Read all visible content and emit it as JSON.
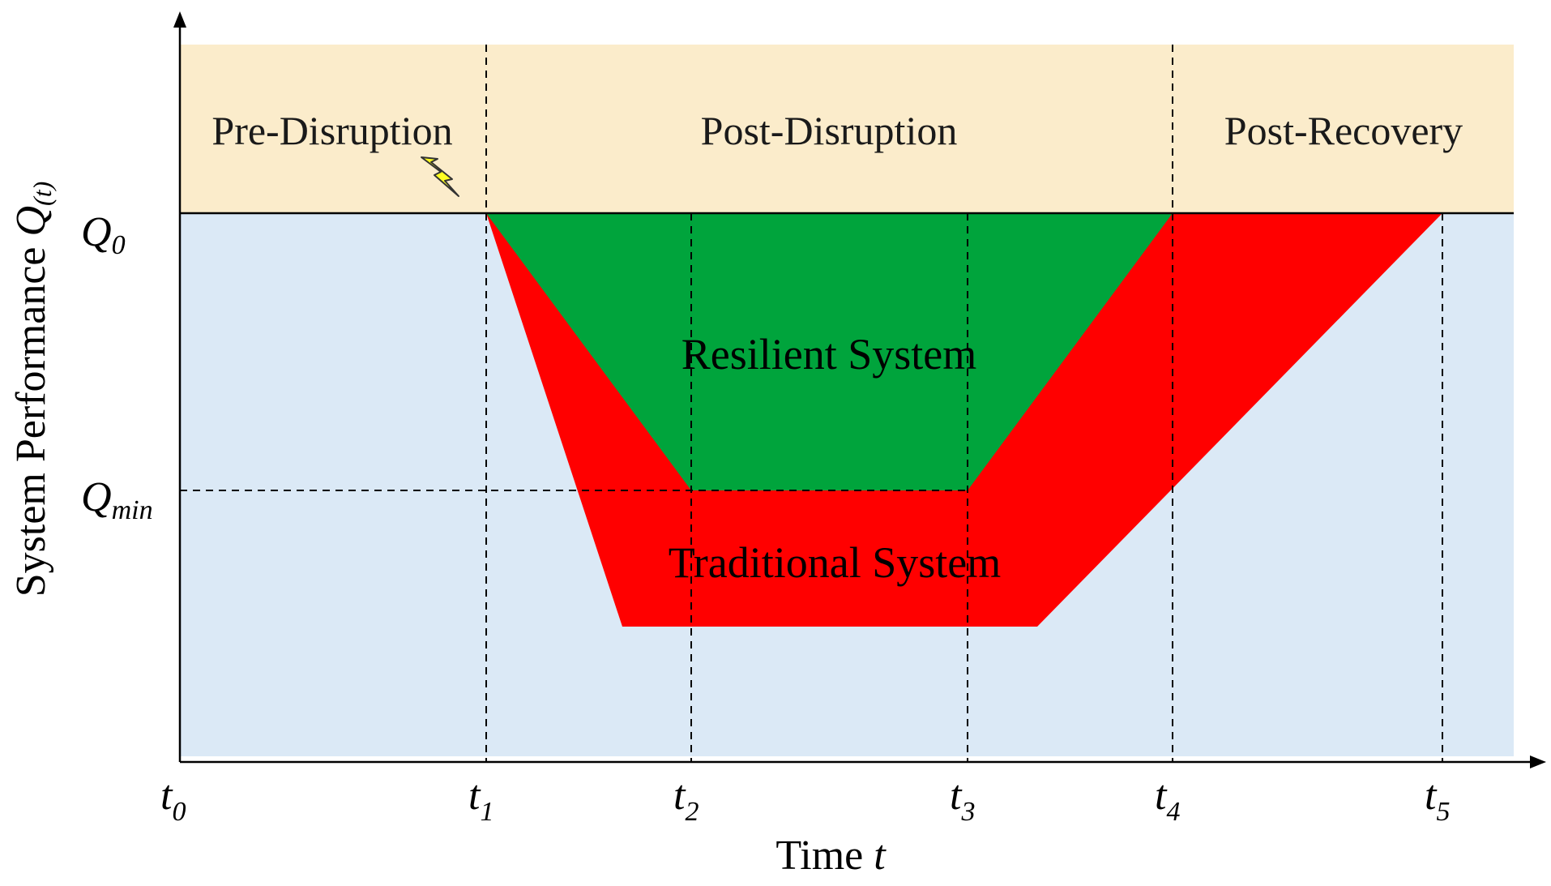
{
  "phases": {
    "pre_disruption": "Pre-Disruption",
    "post_disruption": "Post-Disruption",
    "post_recovery": "Post-Recovery"
  },
  "regions": {
    "resilient": "Resilient System",
    "traditional": "Traditional System"
  },
  "axes": {
    "y_title": "System Performance",
    "y_symbol": "Q",
    "y_symbol_sub": "(t)",
    "x_title": "Time",
    "x_symbol": "t"
  },
  "y_ticks": [
    {
      "base": "Q",
      "sub": "0"
    },
    {
      "base": "Q",
      "sub": "min"
    }
  ],
  "x_ticks": [
    {
      "base": "t",
      "sub": "0"
    },
    {
      "base": "t",
      "sub": "1"
    },
    {
      "base": "t",
      "sub": "2"
    },
    {
      "base": "t",
      "sub": "3"
    },
    {
      "base": "t",
      "sub": "4"
    },
    {
      "base": "t",
      "sub": "5"
    }
  ],
  "colors": {
    "top_band": "#fbeccb",
    "bottom_band": "#dbe9f6",
    "resilient": "#00a43c",
    "traditional": "#ff0000",
    "lightning": "#ffff22"
  },
  "icons": {
    "disruption": "lightning-bolt-icon"
  }
}
